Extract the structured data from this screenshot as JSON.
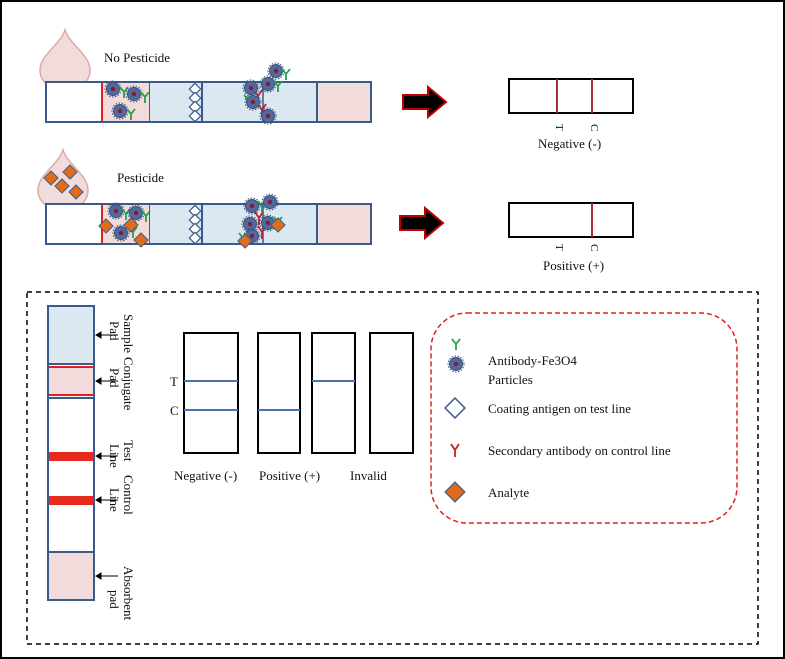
{
  "top": {
    "no_pesticide_label": "No Pesticide",
    "pesticide_label": "Pesticide",
    "result_negative": {
      "t": "T",
      "c": "C",
      "caption": "Negative (-)"
    },
    "result_positive": {
      "t": "T",
      "c": "C",
      "caption": "Positive (+)"
    }
  },
  "strip_labels": {
    "sample_pad": "Sample Pad",
    "conjugate_pad": "Conjugate Pad",
    "test_line": "Test Line",
    "control_line": "Control Line",
    "absorbent_pad": "Absorbent pad"
  },
  "interpretation": {
    "t_label": "T",
    "c_label": "C",
    "negative": "Negative (-)",
    "positive": "Positive (+)",
    "invalid": "Invalid"
  },
  "legend": {
    "antibody_line1": "Antibody-Fe3O4",
    "antibody_line2": "Particles",
    "coating_antigen": "Coating antigen on test line",
    "secondary_antibody": "Secondary antibody on control line",
    "analyte": "Analyte"
  },
  "colors": {
    "strip_border": "#3b5a8c",
    "pad_pink": "#f2dcdb",
    "pad_blue": "#dbe7f1",
    "red_border": "#e02020",
    "line_red": "#e52a1e",
    "result_line_blue": "#4a72b0",
    "result_line_red": "#a83232",
    "arrow_red": "#c00000",
    "legend_border": "#e02020",
    "analyte_orange": "#e06c1a"
  }
}
